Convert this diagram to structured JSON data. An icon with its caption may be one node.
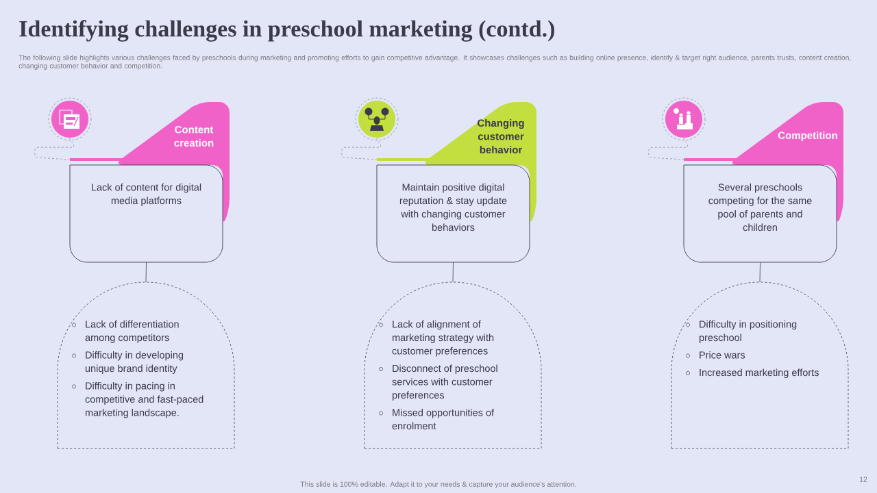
{
  "diagram": {
    "title": "Identifying challenges in preschool marketing (contd.)",
    "nodes": [
      {
        "text": [],
        "shape": "circle"
      },
      {
        "text": [
          "Content creation"
        ]
      },
      {
        "text": [
          "Lack of content for digital media platforms"
        ]
      },
      {
        "text": [
          "Lack of differentiation among competitors",
          "Difficulty in developing unique brand identity",
          "Difficulty in pacing in competitive and fast-paced marketing landscape."
        ]
      },
      {
        "text": [],
        "shape": "circle"
      },
      {
        "text": [
          "Changing customer behavior"
        ]
      },
      {
        "text": [
          "Maintain positive digital reputation & stay update with changing customer behaviors"
        ]
      },
      {
        "text": [
          "Lack of alignment of marketing strategy with customer preferences",
          "Disconnect of preschool services with customer preferences",
          "Missed opportunities of enrolment"
        ]
      },
      {
        "text": [],
        "shape": "circle"
      },
      {
        "text": [
          "Competition"
        ]
      },
      {
        "text": [
          "Several preschools competing for the same pool of parents and children"
        ]
      },
      {
        "text": [
          "Difficulty in positioning preschool",
          "Price wars",
          "Increased marketing efforts"
        ]
      }
    ],
    "edges": [
      {
        "from": 0,
        "to": 1,
        "arrow": "none",
        "style": "dashed"
      },
      {
        "from": 2,
        "to": 3,
        "arrow": "none"
      },
      {
        "from": 4,
        "to": 5,
        "arrow": "none",
        "style": "dashed"
      },
      {
        "from": 6,
        "to": 7,
        "arrow": "none"
      },
      {
        "from": 8,
        "to": 9,
        "arrow": "none",
        "style": "dashed"
      },
      {
        "from": 10,
        "to": 11,
        "arrow": "none"
      }
    ],
    "labels": [
      "The following slide highlights various challenges faced by preschools during marketing and promoting efforts to gain competitive advantage. It showcases challenges such as building online presence, identify & target right audience, parents trusts, content creation, changing customer behavior and competition.",
      "This slide is 100% editable. Adapt it to your needs & capture your audience’s attention.",
      "12"
    ]
  }
}
